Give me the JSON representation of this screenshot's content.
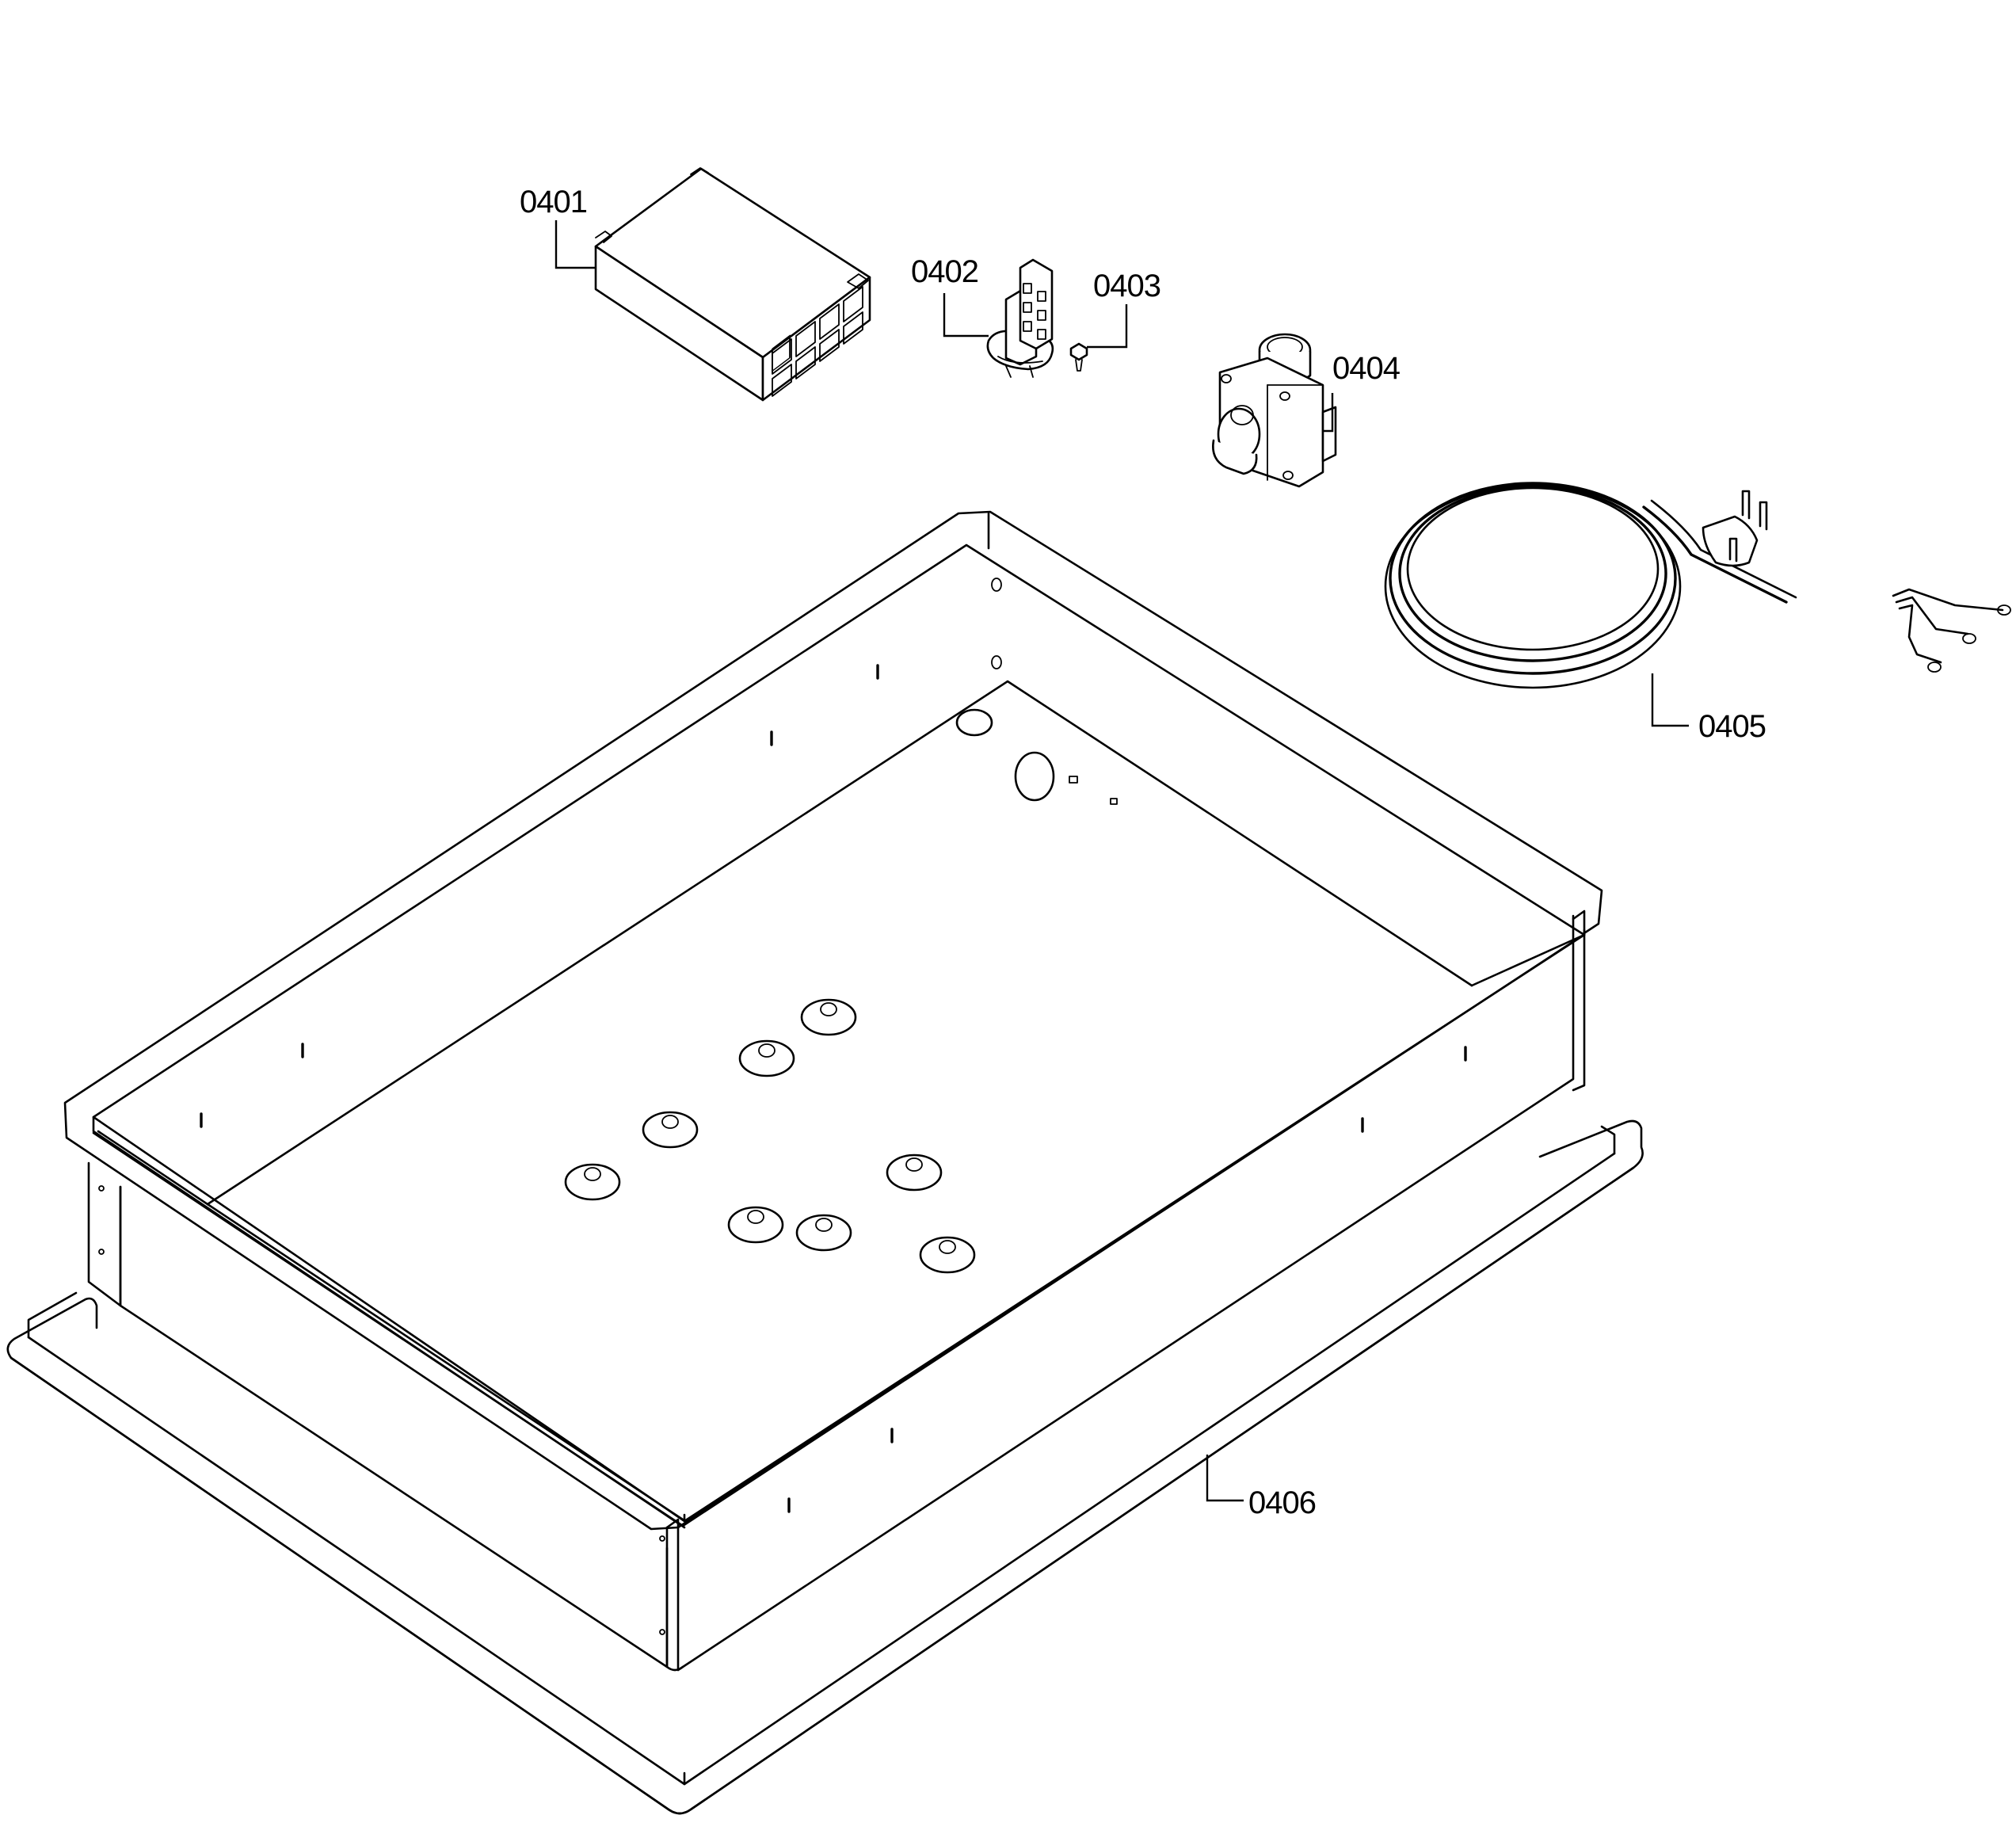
{
  "parts": [
    {
      "id": "0401",
      "label": "0401"
    },
    {
      "id": "0402",
      "label": "0402"
    },
    {
      "id": "0403",
      "label": "0403"
    },
    {
      "id": "0404",
      "label": "0404"
    },
    {
      "id": "0405",
      "label": "0405"
    },
    {
      "id": "0406",
      "label": "0406"
    }
  ],
  "colors": {
    "line": "#000000",
    "background": "#ffffff"
  }
}
